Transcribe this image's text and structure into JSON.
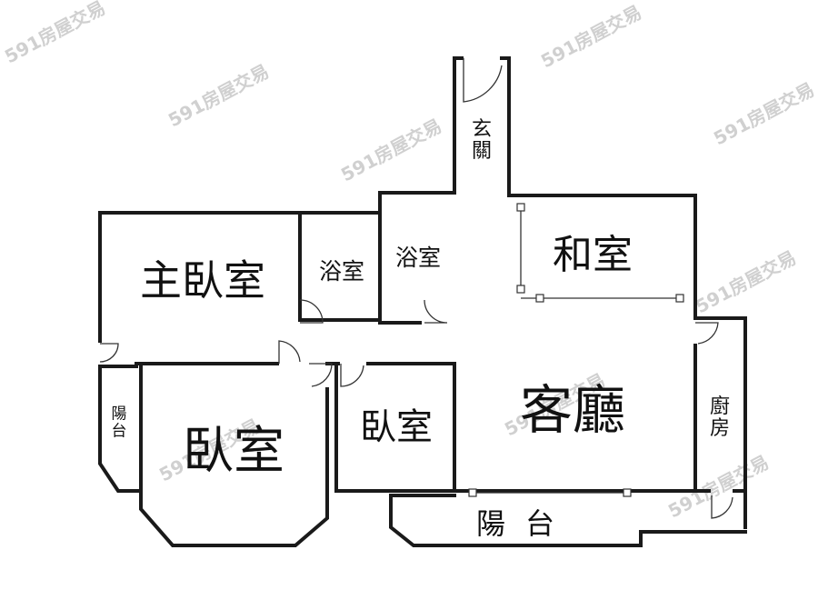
{
  "rooms": {
    "entrance": "玄關",
    "japanese_room": "和室",
    "master_bedroom": "主臥室",
    "bath_1": "浴室",
    "bath_2": "浴室",
    "living_room": "客廳",
    "bedroom_large": "臥室",
    "bedroom_small": "臥室",
    "kitchen": "廚房",
    "balcony_side": "陽台",
    "balcony_main": "陽台"
  },
  "watermark": "591房屋交易"
}
